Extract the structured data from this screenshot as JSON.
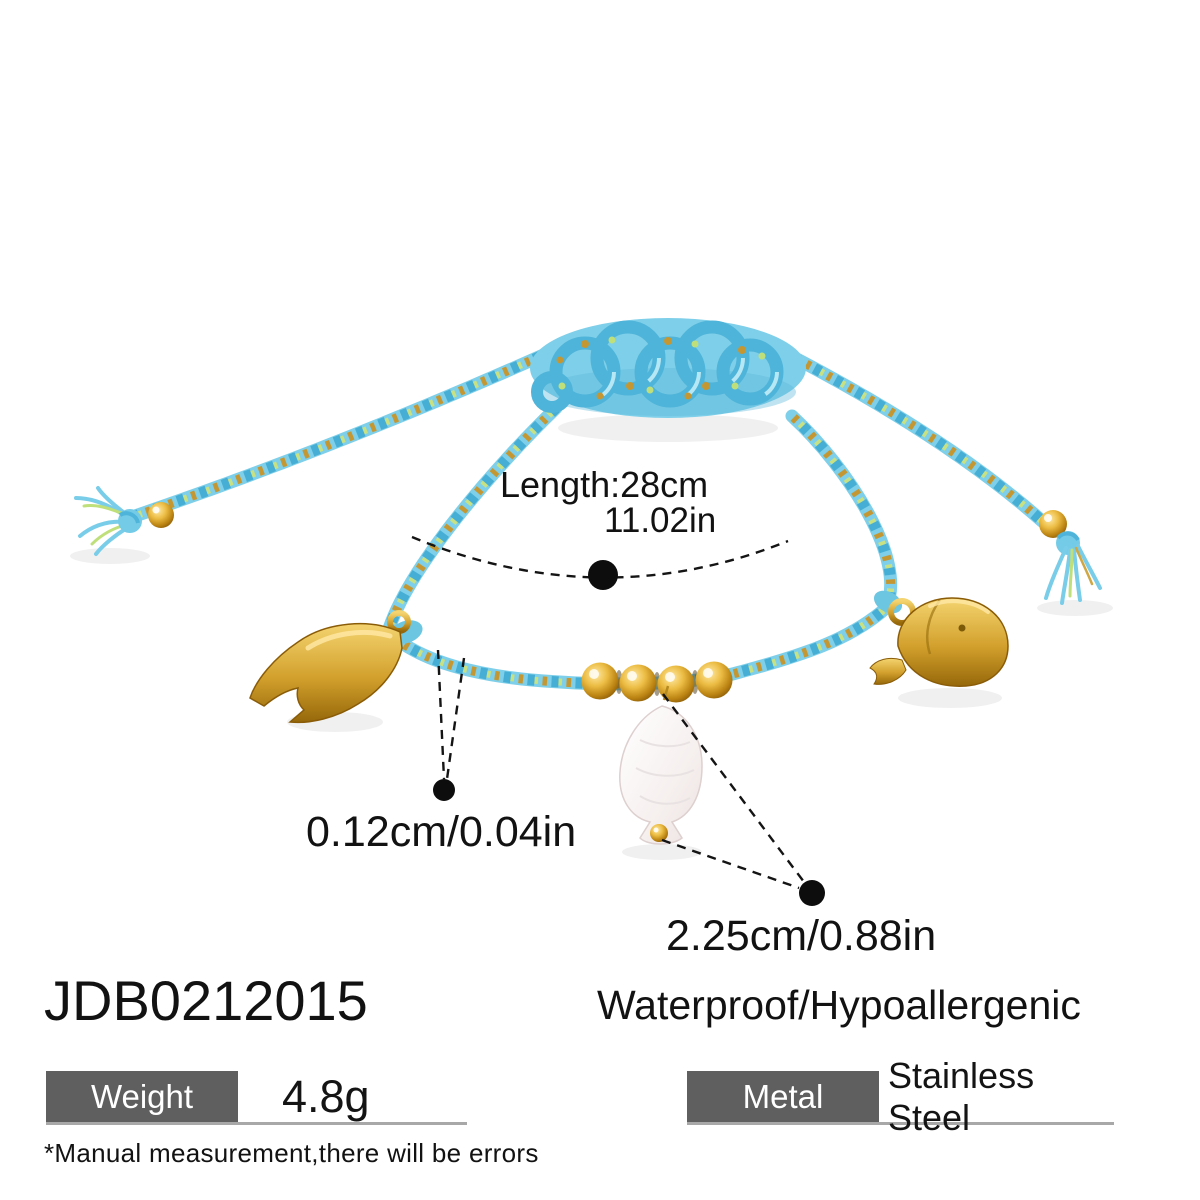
{
  "product": {
    "sku": "JDB0212015",
    "features": "Waterproof/Hypoallergenic",
    "note": "*Manual measurement,there will be errors"
  },
  "annotations": {
    "length_cm": "Length:28cm",
    "length_in": "11.02in",
    "cord_size": "0.12cm/0.04in",
    "pendant_size": "2.25cm/0.88in"
  },
  "specs": [
    {
      "label": "Weight",
      "value": "4.8g"
    },
    {
      "label": "Metal",
      "value": "Stainless Steel"
    }
  ],
  "photo": {
    "subject": "adjustable braided cord bracelet with gold charms",
    "charms": [
      "crab-claw",
      "gold-beads",
      "shell-fish-pendant",
      "whale"
    ],
    "cord_blue": "#7ECFE9",
    "cord_green": "#C8E183",
    "gold": "#D7A63C",
    "label_box_gray": "#5F5F5F",
    "underline_gray": "#A8A8A8",
    "annotation_black": "#0D0D0D"
  }
}
